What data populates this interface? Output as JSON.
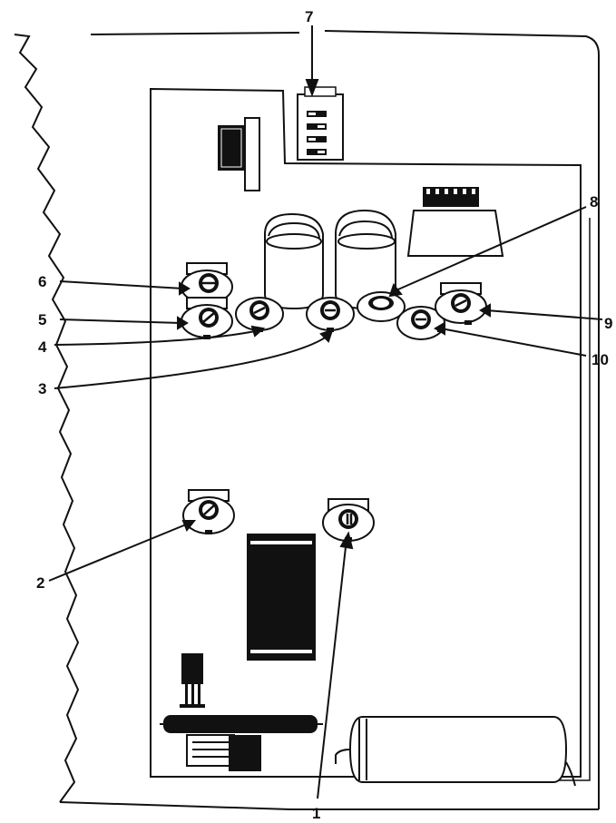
{
  "figure": {
    "callouts": [
      {
        "id": "1",
        "label": "1"
      },
      {
        "id": "2",
        "label": "2"
      },
      {
        "id": "3",
        "label": "3"
      },
      {
        "id": "4",
        "label": "4"
      },
      {
        "id": "5",
        "label": "5"
      },
      {
        "id": "6",
        "label": "6"
      },
      {
        "id": "7",
        "label": "7"
      },
      {
        "id": "8",
        "label": "8"
      },
      {
        "id": "9",
        "label": "9"
      },
      {
        "id": "10",
        "label": "10"
      }
    ]
  },
  "colors": {
    "ink": "#111111",
    "paper": "#ffffff",
    "light_gray": "#dddddd"
  },
  "icons": {
    "adjustment_pot": "trimmer-potentiometer-icon",
    "capacitor": "cylinder-capacitor-icon",
    "connector": "pin-header-icon",
    "switch": "dip-switch-icon"
  }
}
